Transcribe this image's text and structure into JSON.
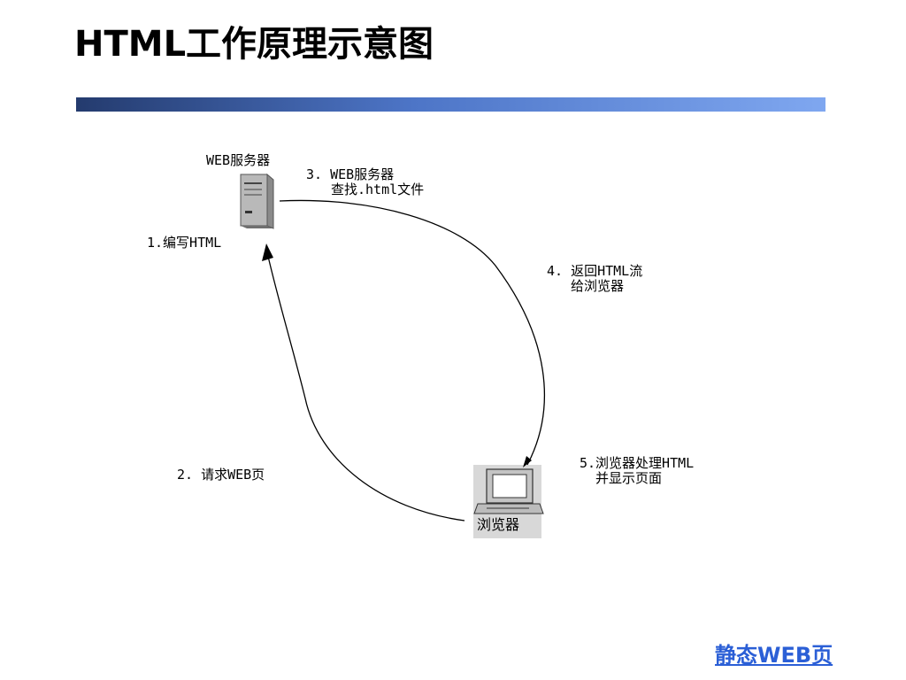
{
  "page": {
    "title": "HTML工作原理示意图",
    "footer_link": "静态WEB页"
  },
  "diagram": {
    "server": {
      "label": "WEB服务器"
    },
    "browser": {
      "label": "浏览器"
    },
    "steps": {
      "step1": {
        "line1": "1.编写HTML"
      },
      "step2": {
        "line1": "2. 请求WEB页"
      },
      "step3": {
        "line1": "3. WEB服务器",
        "line2": "查找.html文件"
      },
      "step4": {
        "line1": "4. 返回HTML流",
        "line2": "给浏览器"
      },
      "step5": {
        "line1": "5.浏览器处理HTML",
        "line2": "并显示页面"
      }
    }
  },
  "colors": {
    "accent_bar_start": "#243b6e",
    "accent_bar_end": "#7fa7f0",
    "link": "#2b5fd6"
  }
}
